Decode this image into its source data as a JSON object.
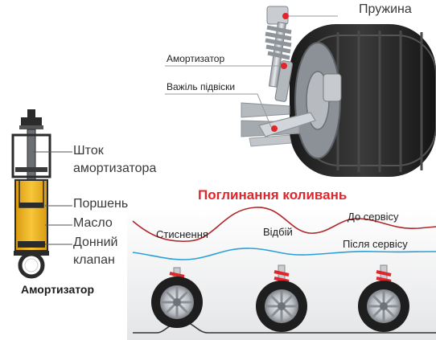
{
  "suspension": {
    "spring_label": "Пружина",
    "damper_label": "Амортизатор",
    "arm_label": "Важіль підвіски"
  },
  "shock": {
    "rod_label_line1": "Шток",
    "rod_label_line2": "амортизатора",
    "piston_label": "Поршень",
    "oil_label": "Масло",
    "valve_label_line1": "Донний",
    "valve_label_line2": "клапан",
    "caption": "Амортизатор"
  },
  "absorption": {
    "title": "Поглинання коливань",
    "compression_label": "Стиснення",
    "rebound_label": "Відбій",
    "before_service_label": "До сервісу",
    "after_service_label": "Після сервісу"
  },
  "colors": {
    "accent_red": "#e0262c",
    "wave_before": "#b3262a",
    "wave_after": "#2aa0d8",
    "oil": "#f2b51e",
    "dark": "#2b2b2b"
  }
}
